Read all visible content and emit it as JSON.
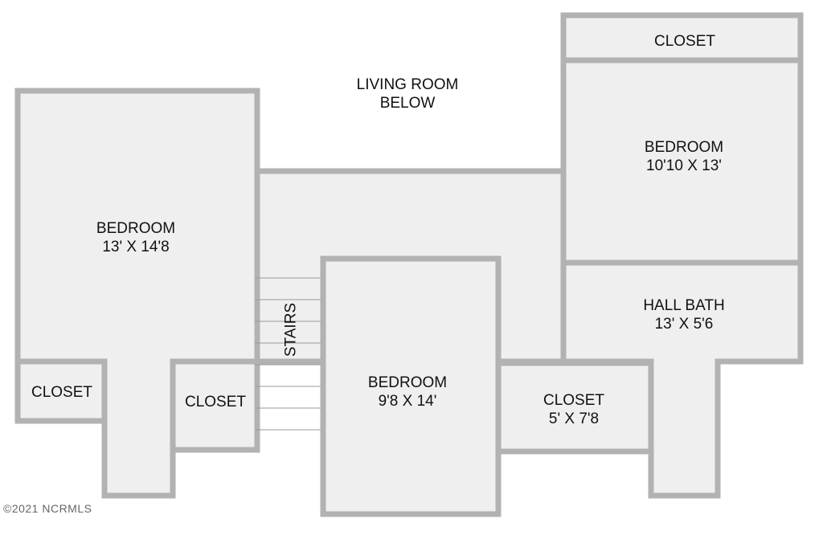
{
  "rooms": {
    "living_below": {
      "line1": "LIVING ROOM",
      "line2": "BELOW"
    },
    "closet_top_right": {
      "name": "CLOSET"
    },
    "bedroom_right": {
      "name": "BEDROOM",
      "size": "10'10 X 13'"
    },
    "bedroom_left": {
      "name": "BEDROOM",
      "size": "13' X 14'8"
    },
    "hall_bath": {
      "name": "HALL BATH",
      "size": "13' X 5'6"
    },
    "stairs": {
      "name": "STAIRS"
    },
    "closet_far_left": {
      "name": "CLOSET"
    },
    "closet_left": {
      "name": "CLOSET"
    },
    "bedroom_center": {
      "name": "BEDROOM",
      "size": "9'8 X 14'"
    },
    "closet_center_right": {
      "name": "CLOSET",
      "size": "5' X 7'8"
    }
  },
  "copyright": "©2021 NCRMLS"
}
